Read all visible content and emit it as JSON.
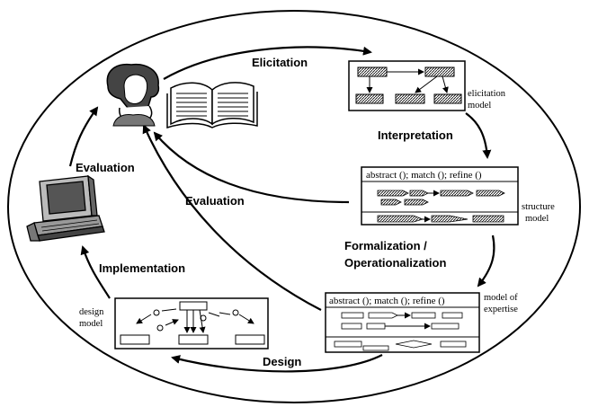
{
  "stages": {
    "elicitation": "Elicitation",
    "interpretation": "Interpretation",
    "formalization_1": "Formalization /",
    "formalization_2": "Operationalization",
    "design": "Design",
    "implementation": "Implementation",
    "evaluation_left": "Evaluation",
    "evaluation_inner": "Evaluation"
  },
  "models": {
    "elicitation_1": "elicitation",
    "elicitation_2": "model",
    "structure_1": "structure",
    "structure_2": "model",
    "expertise_1": "model of",
    "expertise_2": "expertise",
    "design_1": "design",
    "design_2": "model"
  },
  "box_headers": {
    "structure": "abstract ();  match ();  refine ()",
    "expertise": "abstract ();  match ();  refine ()"
  },
  "icons": [
    "expert-head-icon",
    "open-book-icon",
    "computer-icon"
  ]
}
